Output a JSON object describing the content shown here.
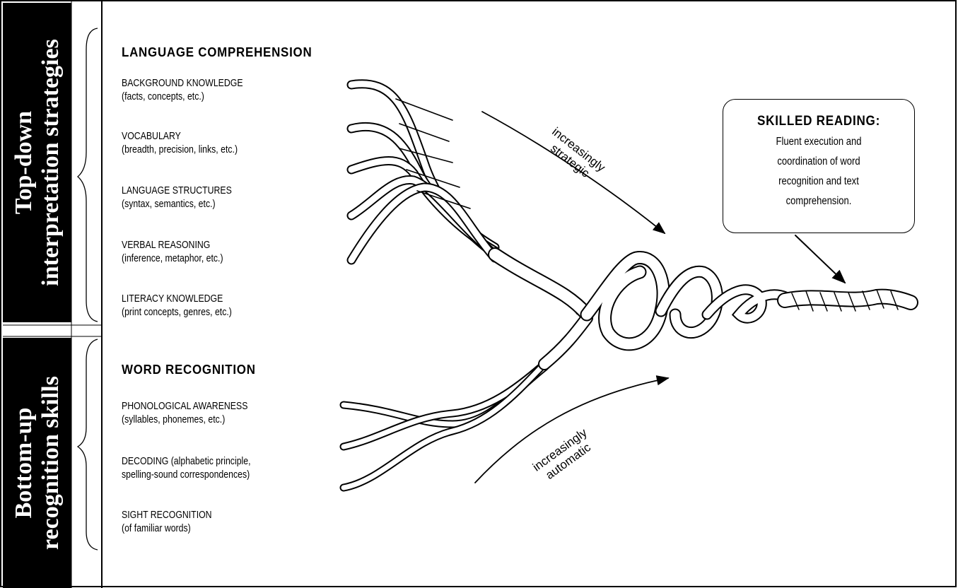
{
  "side_labels": {
    "top": {
      "lines": [
        "Top-down",
        "interpretation strategies"
      ]
    },
    "bottom": {
      "lines": [
        "Bottom-up",
        "recognition skills"
      ]
    }
  },
  "language_comprehension": {
    "heading": "LANGUAGE COMPREHENSION",
    "strands": [
      {
        "name": "BACKGROUND KNOWLEDGE",
        "detail": "(facts, concepts, etc.)"
      },
      {
        "name": "VOCABULARY",
        "detail": "(breadth, precision, links, etc.)"
      },
      {
        "name": "LANGUAGE STRUCTURES",
        "detail": "(syntax, semantics, etc.)"
      },
      {
        "name": "VERBAL REASONING",
        "detail": "(inference, metaphor, etc.)"
      },
      {
        "name": "LITERACY KNOWLEDGE",
        "detail": "(print concepts, genres, etc.)"
      }
    ]
  },
  "word_recognition": {
    "heading": "WORD RECOGNITION",
    "strands": [
      {
        "name": "PHONOLOGICAL AWARENESS",
        "detail": "(syllables, phonemes, etc.)"
      },
      {
        "name": "DECODING",
        "detail_inline": " (alphabetic principle,",
        "detail": "spelling-sound correspondences)"
      },
      {
        "name": "SIGHT RECOGNITION",
        "detail": "(of familiar words)"
      }
    ]
  },
  "arrows": {
    "top_label": [
      "increasingly",
      "strategic"
    ],
    "bottom_label": [
      "increasingly",
      "automatic"
    ]
  },
  "skilled_reading": {
    "title": "SKILLED READING:",
    "lines": [
      "Fluent execution and",
      "coordination of word",
      "recognition and text",
      "comprehension."
    ]
  }
}
